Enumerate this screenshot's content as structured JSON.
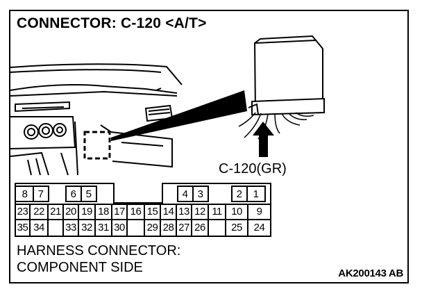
{
  "title": "CONNECTOR: C-120 <A/T>",
  "connector_label": "C-120(GR)",
  "harness_side": [
    "HARNESS CONNECTOR:",
    "COMPONENT SIDE"
  ],
  "figure_code": "AK200143 AB",
  "pins": {
    "row1": [
      "8",
      "7",
      "6",
      "5",
      "4",
      "3",
      "2",
      "1"
    ],
    "row2": [
      "23",
      "22",
      "21",
      "20",
      "19",
      "18",
      "17",
      "16",
      "15",
      "14",
      "13",
      "12",
      "11",
      "10",
      "9"
    ],
    "row3": [
      "35",
      "34",
      "33",
      "32",
      "31",
      "30",
      "29",
      "28",
      "27",
      "26",
      "25",
      "24"
    ]
  }
}
